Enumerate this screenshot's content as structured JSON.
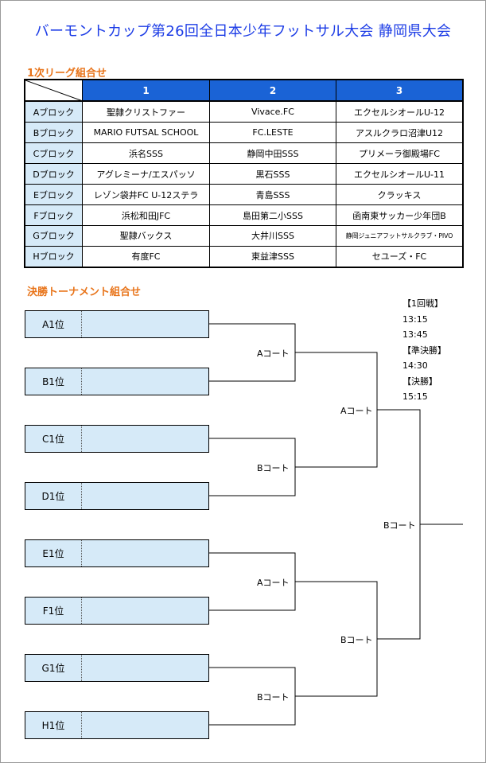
{
  "title": "バーモントカップ第26回全日本少年フットサル大会 静岡県大会",
  "league": {
    "label": "1次リーグ組合せ",
    "columns": [
      "1",
      "2",
      "3"
    ],
    "rows": [
      {
        "block": "Aブロック",
        "teams": [
          "聖隷クリストファー",
          "Vivace.FC",
          "エクセルシオールU-12"
        ]
      },
      {
        "block": "Bブロック",
        "teams": [
          "MARIO FUTSAL SCHOOL",
          "FC.LESTE",
          "アスルクラロ沼津U12"
        ]
      },
      {
        "block": "Cブロック",
        "teams": [
          "浜名SSS",
          "静岡中田SSS",
          "プリメーラ御殿場FC"
        ]
      },
      {
        "block": "Dブロック",
        "teams": [
          "アグレミーナ/エスパッソ",
          "黒石SSS",
          "エクセルシオールU-11"
        ]
      },
      {
        "block": "Eブロック",
        "teams": [
          "レゾン袋井FC U-12ステラ",
          "青島SSS",
          "クラッキス"
        ]
      },
      {
        "block": "Fブロック",
        "teams": [
          "浜松和田JFC",
          "島田第二小SSS",
          "函南東サッカー少年団B"
        ]
      },
      {
        "block": "Gブロック",
        "teams": [
          "聖隷バックス",
          "大井川SSS",
          "静岡ジュニアフットサルクラブ・PIVO"
        ]
      },
      {
        "block": "Hブロック",
        "teams": [
          "有度FC",
          "東益津SSS",
          "セユーズ・FC"
        ]
      }
    ]
  },
  "tournament": {
    "label": "決勝トーナメント組合せ",
    "seeds": [
      "A1位",
      "B1位",
      "C1位",
      "D1位",
      "E1位",
      "F1位",
      "G1位",
      "H1位"
    ],
    "courts": {
      "r1": [
        "Aコート",
        "Bコート",
        "Aコート",
        "Bコート"
      ],
      "semi": [
        "Aコート",
        "Bコート"
      ],
      "final": "Bコート"
    }
  },
  "schedule": [
    "【1回戦】",
    "13:15",
    "13:45",
    "【準決勝】",
    "14:30",
    "【決勝】",
    "15:15"
  ],
  "colors": {
    "title": "#1c3ce6",
    "section_label": "#e8741a",
    "header_bg": "#1a63d6",
    "cell_bg": "#d6eaf8"
  }
}
